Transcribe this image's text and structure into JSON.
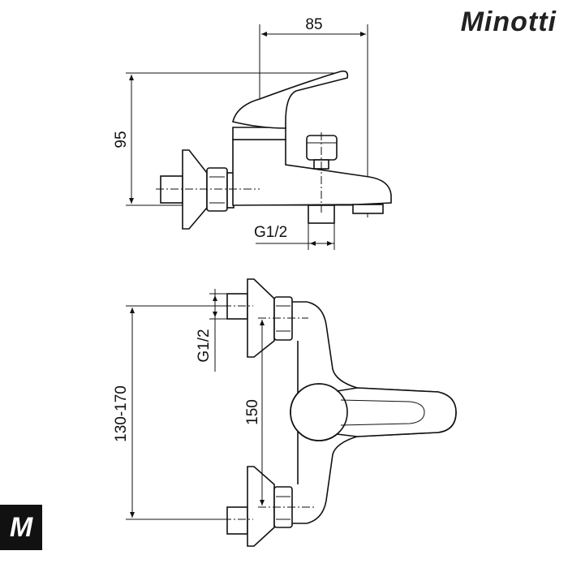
{
  "brand": {
    "logo_text": "Minotti",
    "badge_text": "M"
  },
  "side_view": {
    "width_dim": "85",
    "height_dim": "95",
    "outlet_thread": "G1/2"
  },
  "top_view": {
    "center_range_dim": "130-170",
    "center_dim": "150",
    "inlet_thread": "G1/2"
  }
}
